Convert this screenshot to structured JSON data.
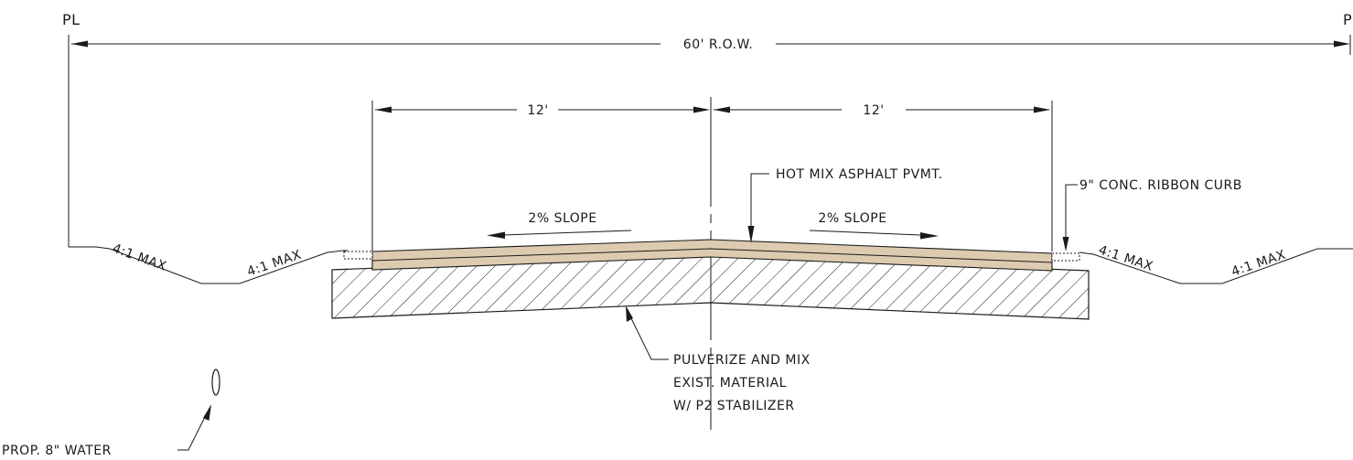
{
  "labels": {
    "pl_left": "PL",
    "pl_right": "PL",
    "row": "60' R.O.W.",
    "lane_left": "12'",
    "lane_right": "12'",
    "slope_left": "2% SLOPE",
    "slope_right": "2% SLOPE",
    "side_slope_1": "4:1 MAX",
    "side_slope_2": "4:1 MAX",
    "side_slope_3": "4:1 MAX",
    "side_slope_4": "4:1 MAX",
    "asphalt": "HOT MIX ASPHALT PVMT.",
    "curb": "9\" CONC. RIBBON CURB",
    "subgrade_line1": "PULVERIZE AND MIX",
    "subgrade_line2": "EXIST. MATERIAL",
    "subgrade_line3": "W/ P2 STABILIZER",
    "water": "PROP. 8\" WATER"
  },
  "colors": {
    "line": "#1a1a1a",
    "asphalt": "#dccbb0",
    "hatch": "#1a1a1a",
    "background": "#ffffff"
  }
}
